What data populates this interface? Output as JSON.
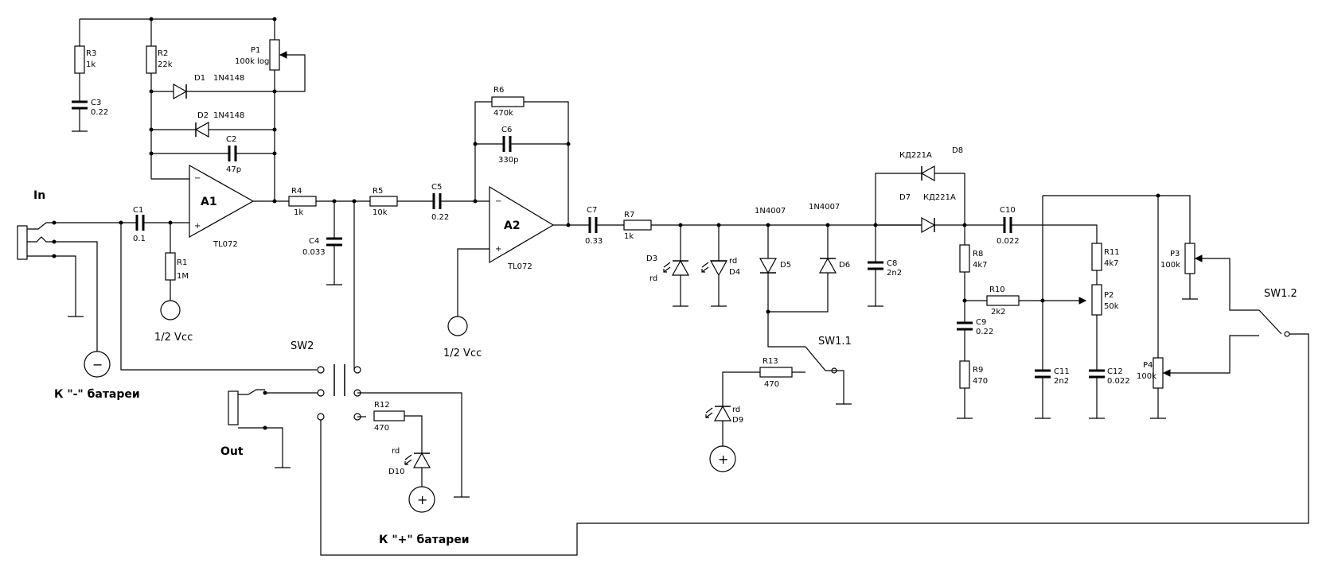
{
  "labels": {
    "in": "In",
    "out": "Out",
    "neg_batt": "К \"-\" батареи",
    "pos_batt": "К \"+\" батареи",
    "vcc1": "1/2 Vcc",
    "vcc2": "1/2 Vcc",
    "sw2": "SW2",
    "sw11": "SW1.1",
    "sw12": "SW1.2",
    "minus": "−",
    "plus": "+"
  },
  "opamps": {
    "a1": {
      "name": "A1",
      "part": "TL072",
      "inv": "−",
      "noninv": "+"
    },
    "a2": {
      "name": "A2",
      "part": "TL072",
      "inv": "−",
      "noninv": "+"
    }
  },
  "components": {
    "r1": {
      "ref": "R1",
      "value": "1M"
    },
    "r2": {
      "ref": "R2",
      "value": "22k"
    },
    "r3": {
      "ref": "R3",
      "value": "1k"
    },
    "r4": {
      "ref": "R4",
      "value": "1k"
    },
    "r5": {
      "ref": "R5",
      "value": "10k"
    },
    "r6": {
      "ref": "R6",
      "value": "470k"
    },
    "r7": {
      "ref": "R7",
      "value": "1k"
    },
    "r8": {
      "ref": "R8",
      "value": "4k7"
    },
    "r9": {
      "ref": "R9",
      "value": "470"
    },
    "r10": {
      "ref": "R10",
      "value": "2k2"
    },
    "r11": {
      "ref": "R11",
      "value": "4k7"
    },
    "r12": {
      "ref": "R12",
      "value": "470"
    },
    "r13": {
      "ref": "R13",
      "value": "470"
    },
    "p1": {
      "ref": "P1",
      "value": "100k log"
    },
    "p2": {
      "ref": "P2",
      "value": "50k"
    },
    "p3": {
      "ref": "P3",
      "value": "100k"
    },
    "p4": {
      "ref": "P4",
      "value": "100k"
    },
    "c1": {
      "ref": "C1",
      "value": "0.1"
    },
    "c2": {
      "ref": "C2",
      "value": "47p"
    },
    "c3": {
      "ref": "C3",
      "value": "0.22"
    },
    "c4": {
      "ref": "C4",
      "value": "0.033"
    },
    "c5": {
      "ref": "C5",
      "value": "0.22"
    },
    "c6": {
      "ref": "C6",
      "value": "330p"
    },
    "c7": {
      "ref": "C7",
      "value": "0.33"
    },
    "c8": {
      "ref": "C8",
      "value": "2n2"
    },
    "c9": {
      "ref": "C9",
      "value": "0.22"
    },
    "c10": {
      "ref": "C10",
      "value": "0.022"
    },
    "c11": {
      "ref": "C11",
      "value": "2n2"
    },
    "c12": {
      "ref": "C12",
      "value": "0.022"
    },
    "d1": {
      "ref": "D1",
      "value": "1N4148"
    },
    "d2": {
      "ref": "D2",
      "value": "1N4148"
    },
    "d3": {
      "ref": "D3",
      "value": "rd"
    },
    "d4": {
      "ref": "D4",
      "value": "rd"
    },
    "d5": {
      "ref": "D5",
      "value": "1N4007"
    },
    "d6": {
      "ref": "D6",
      "value": "1N4007"
    },
    "d7": {
      "ref": "D7",
      "value": "КД221А"
    },
    "d8": {
      "ref": "D8",
      "value": "КД221А"
    },
    "d9": {
      "ref": "D9",
      "value": "rd"
    },
    "d10": {
      "ref": "D10",
      "value": "rd"
    }
  }
}
